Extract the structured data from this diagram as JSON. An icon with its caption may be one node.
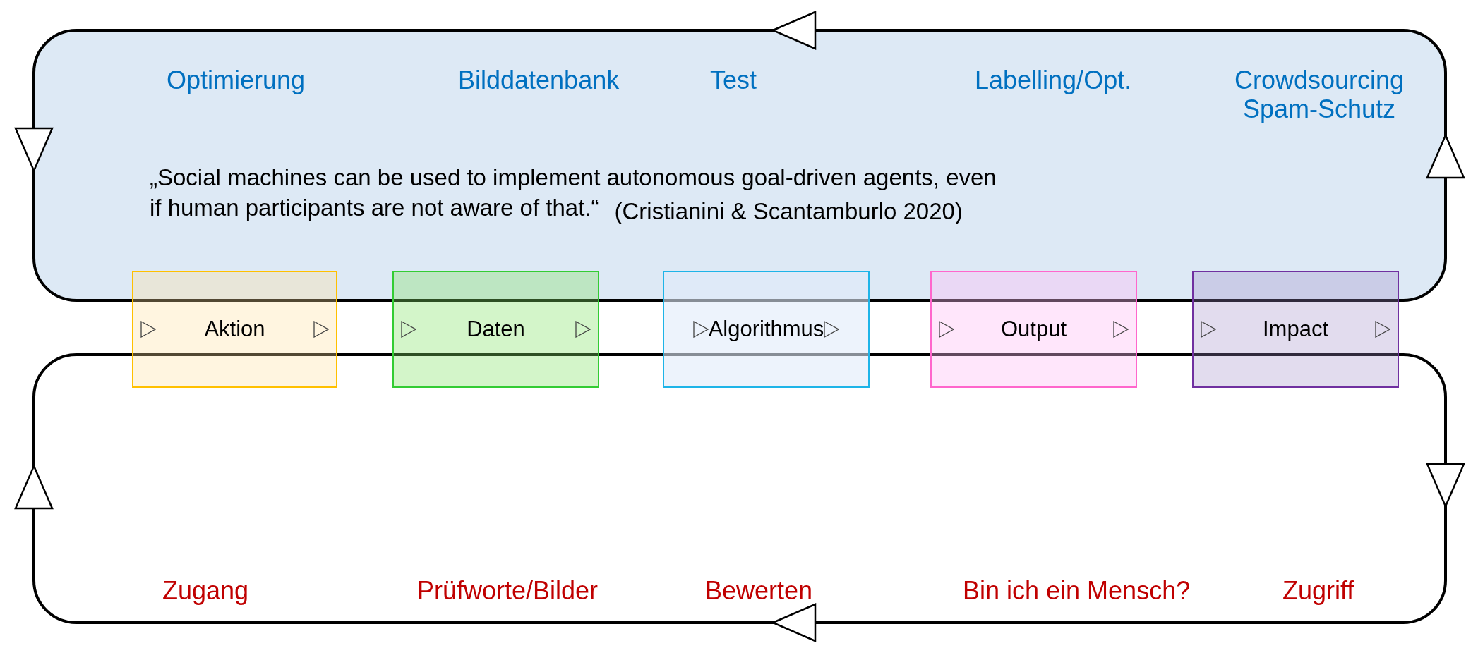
{
  "diagram": {
    "nodes": [
      {
        "text": [
          "Optimierung",
          "Bilddatenbank",
          "Test",
          "Labelling/Opt.",
          "Crowdsourcing Spam-Schutz",
          "„Social machines can be used to implement autonomous goal-driven agents, even if human participants are not aware of that.“",
          "(Cristianini & Scantamburlo 2020)"
        ]
      },
      {
        "text": [
          "Zugang",
          "Prüfworte/Bilder",
          "Bewerten",
          "Bin ich ein Mensch?",
          "Zugriff"
        ]
      },
      {
        "text": [
          "Aktion"
        ]
      },
      {
        "text": [
          "Daten"
        ]
      },
      {
        "text": [
          "Algorithmus"
        ]
      },
      {
        "text": [
          "Output"
        ]
      },
      {
        "text": [
          "Impact"
        ]
      }
    ]
  }
}
